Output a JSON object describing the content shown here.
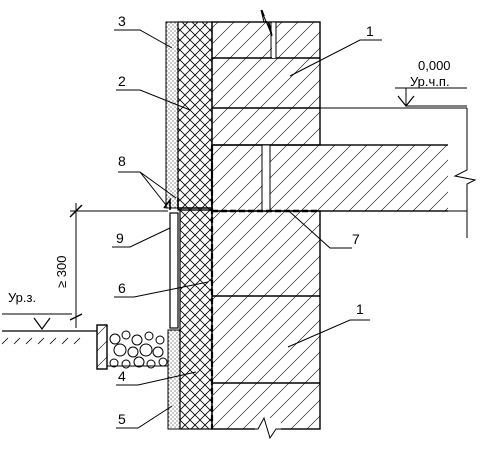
{
  "labels": {
    "n1_top": "1",
    "n2": "2",
    "n3": "3",
    "n8": "8",
    "n9": "9",
    "n6": "6",
    "n7": "7",
    "n1_bottom": "1",
    "n4": "4",
    "n5": "5"
  },
  "levels": {
    "floor_value": "0,000",
    "floor_label": "Ур.ч.п.",
    "ground_label": "Ур.з."
  },
  "dimension": "≥ 300",
  "colors": {
    "ink": "#000000",
    "paper": "#ffffff"
  }
}
